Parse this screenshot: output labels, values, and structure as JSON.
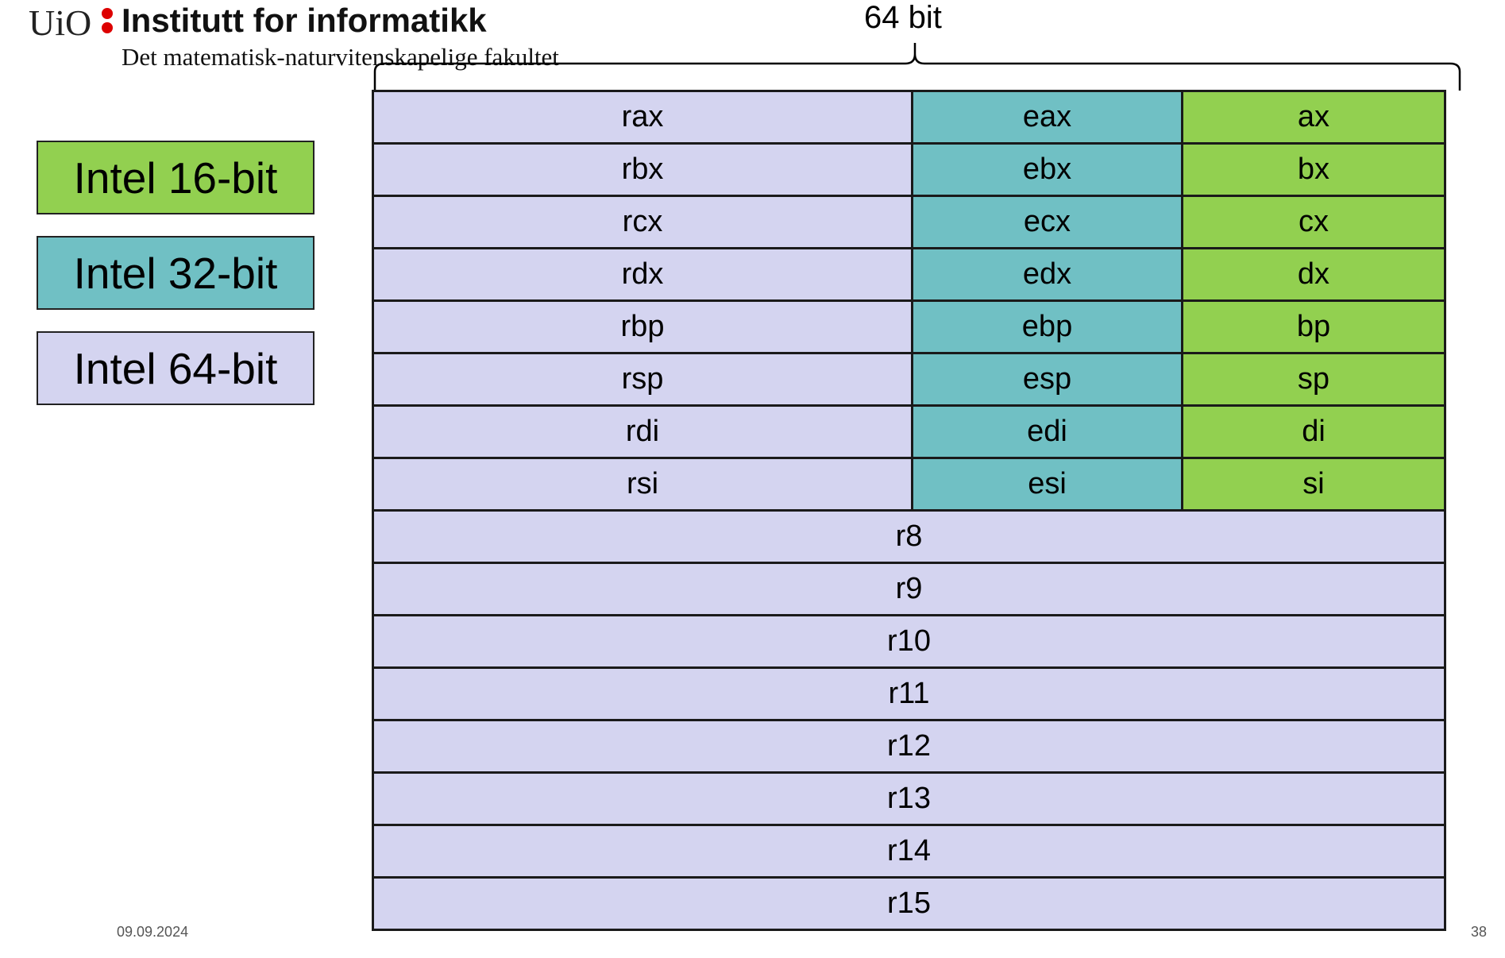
{
  "header": {
    "logo_text": "UiO",
    "institute": "Institutt for informatikk",
    "faculty": "Det matematisk-naturvitenskapelige fakultet"
  },
  "brace_label": "64 bit",
  "legend": [
    {
      "label": "Intel 16-bit",
      "color": "#92d050"
    },
    {
      "label": "Intel 32-bit",
      "color": "#70c0c4"
    },
    {
      "label": "Intel 64-bit",
      "color": "#d4d4f0"
    }
  ],
  "registers": {
    "split_rows": [
      [
        "rax",
        "eax",
        "ax"
      ],
      [
        "rbx",
        "ebx",
        "bx"
      ],
      [
        "rcx",
        "ecx",
        "cx"
      ],
      [
        "rdx",
        "edx",
        "dx"
      ],
      [
        "rbp",
        "ebp",
        "bp"
      ],
      [
        "rsp",
        "esp",
        "sp"
      ],
      [
        "rdi",
        "edi",
        "di"
      ],
      [
        "rsi",
        "esi",
        "si"
      ]
    ],
    "full_rows": [
      "r8",
      "r9",
      "r10",
      "r11",
      "r12",
      "r13",
      "r14",
      "r15"
    ]
  },
  "footer": {
    "date": "09.09.2024",
    "page": "38"
  }
}
